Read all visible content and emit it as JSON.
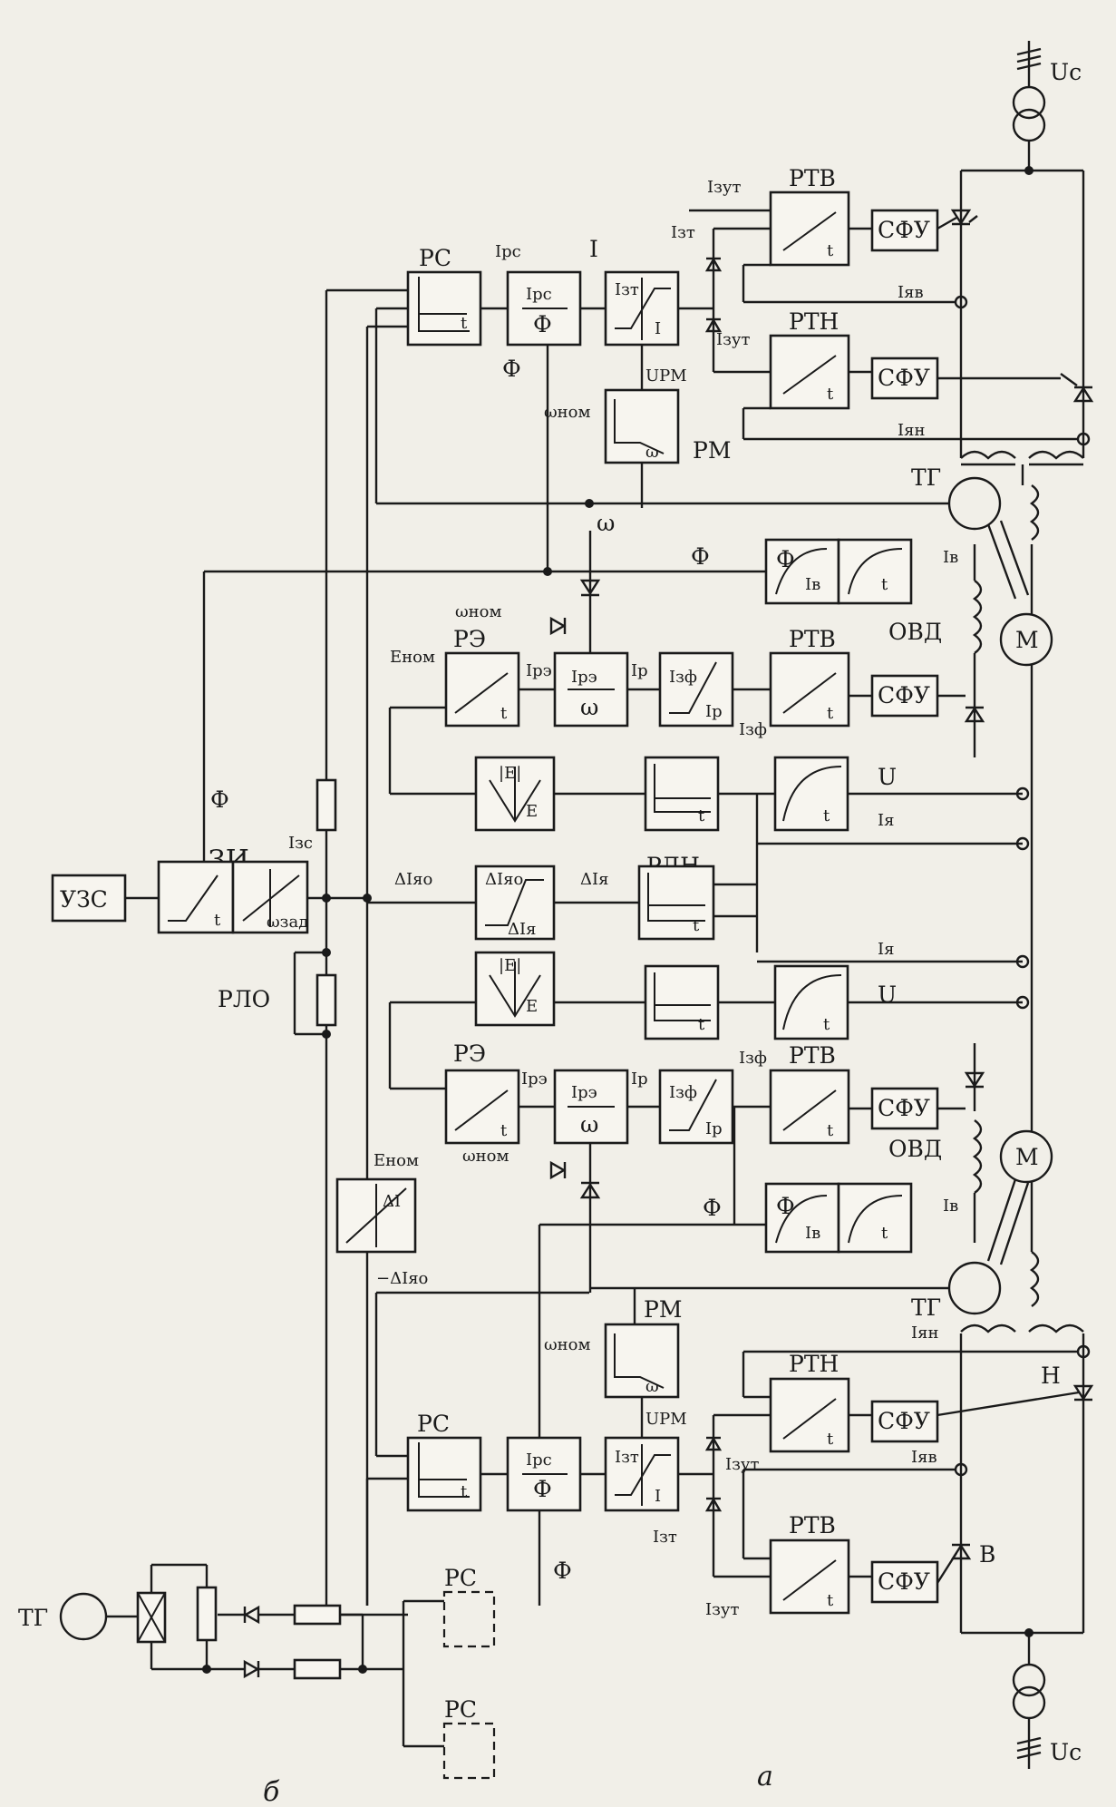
{
  "labels": {
    "uc": "Uc",
    "rtv": "РТВ",
    "rtn": "РТН",
    "sfu": "СФУ",
    "rs": "РС",
    "rm": "РМ",
    "tg": "ТГ",
    "m": "М",
    "ovd": "ОВД",
    "re": "РЭ",
    "rdn": "РДН",
    "zi": "ЗИ",
    "uzs": "УЗС",
    "rlo": "РЛО",
    "n": "Н",
    "v": "В",
    "phi": "Ф",
    "omega": "ω",
    "i": "I",
    "u": "U",
    "irs": "Iрс",
    "izt": "Iзт",
    "izut": "Iзут",
    "iyav": "Iяв",
    "iyan": "Iян",
    "urm": "UРМ",
    "wnom": "ωном",
    "wzad": "ωзад",
    "enom": "Eном",
    "ire": "Iрэ",
    "ir": "Iр",
    "izf": "Iзф",
    "iv": "Iв",
    "iya": "Iя",
    "diyao": "ΔIяо",
    "diya": "ΔIя",
    "mdiyao": "−ΔIяо",
    "di": "ΔI",
    "izs": "Iзс",
    "absE": "|E|",
    "e": "E",
    "t": "t",
    "part_a": "а",
    "part_b": "б"
  },
  "colors": {
    "ink": "#1a1a1a",
    "paper": "#f1efe8"
  }
}
